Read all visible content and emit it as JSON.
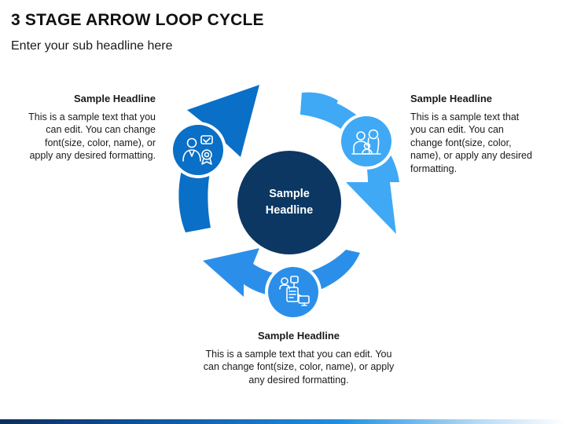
{
  "header": {
    "title": "3 STAGE ARROW LOOP CYCLE",
    "subtitle": "Enter your sub headline here"
  },
  "center": {
    "label": "Sample Headline"
  },
  "stages": [
    {
      "icon": "award-person-icon",
      "color": "#0a6fc6",
      "headline": "Sample Headline",
      "text": "This is a sample text that you can edit. You can change font(size, color, name), or apply any desired formatting."
    },
    {
      "icon": "family-icon",
      "color": "#3fa9f5",
      "headline": "Sample Headline",
      "text": "This is a sample text that you can edit. You can change font(size, color, name), or apply any desired formatting."
    },
    {
      "icon": "workflow-icon",
      "color": "#2b8fea",
      "headline": "Sample Headline",
      "text": "This is a sample text that you can edit. You can change font(size, color, name), or apply any desired formatting."
    }
  ],
  "colors": {
    "center_circle": "#0c3763",
    "footer_dark": "#0b2e5c",
    "footer_light": "#1f8fe0"
  }
}
